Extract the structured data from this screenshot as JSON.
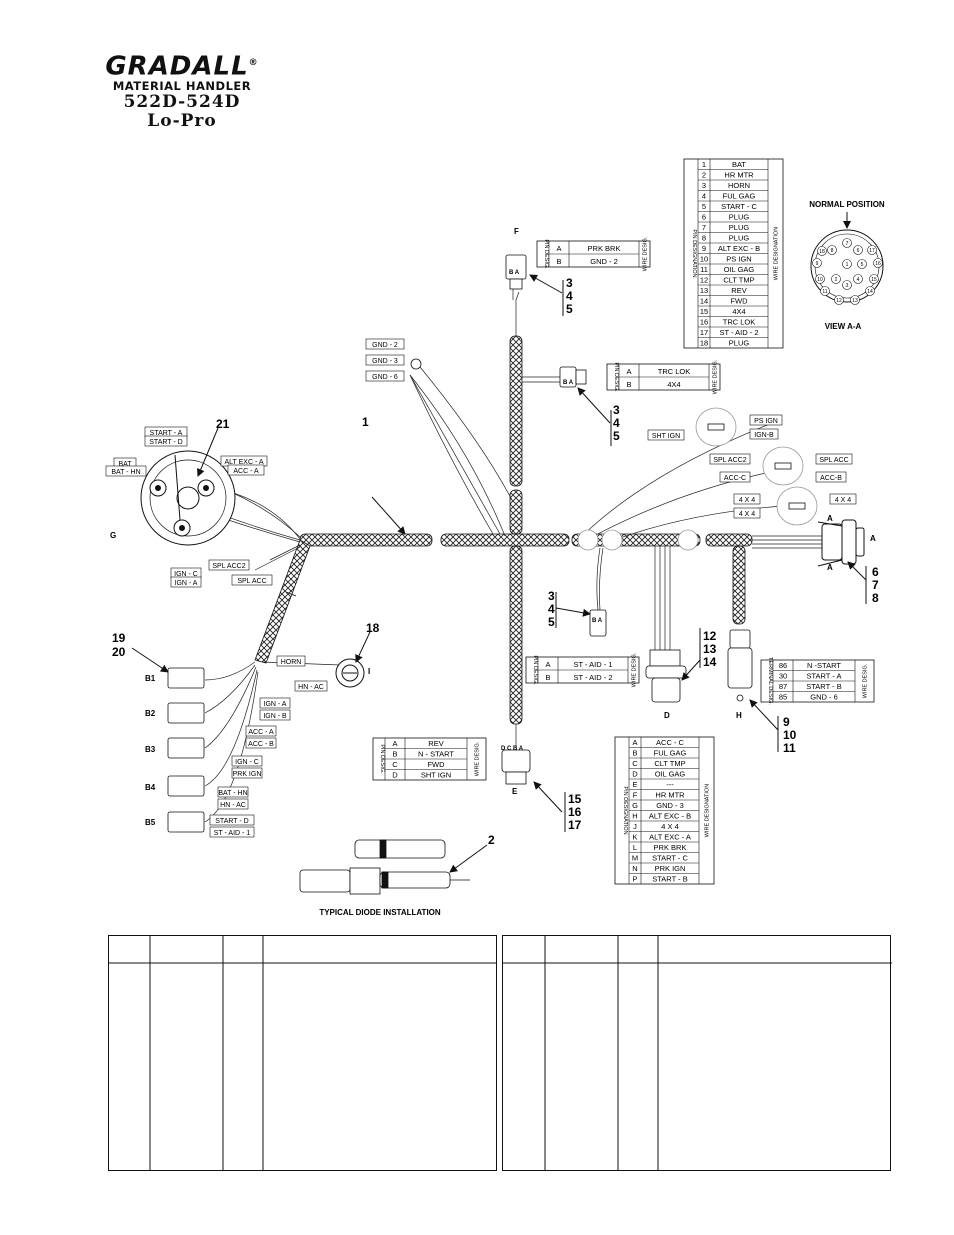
{
  "brand": {
    "logo": "GRADALL",
    "reg": "®",
    "subtitle": "MATERIAL HANDLER",
    "model": "522D-524D",
    "variant": "Lo-Pro"
  },
  "tables": {
    "pin18": {
      "left_header": "PIN DESIGNATION",
      "right_header": "WIRE DESIGNATION",
      "rows": [
        [
          "1",
          "BAT"
        ],
        [
          "2",
          "HR MTR"
        ],
        [
          "3",
          "HORN"
        ],
        [
          "4",
          "FUL GAG"
        ],
        [
          "5",
          "START - C"
        ],
        [
          "6",
          "PLUG"
        ],
        [
          "7",
          "PLUG"
        ],
        [
          "8",
          "PLUG"
        ],
        [
          "9",
          "ALT EXC - B"
        ],
        [
          "10",
          "PS IGN"
        ],
        [
          "11",
          "OIL GAG"
        ],
        [
          "12",
          "CLT TMP"
        ],
        [
          "13",
          "REV"
        ],
        [
          "14",
          "FWD"
        ],
        [
          "15",
          "4X4"
        ],
        [
          "16",
          "TRC LOK"
        ],
        [
          "17",
          "ST - AID - 2"
        ],
        [
          "18",
          "PLUG"
        ]
      ]
    },
    "prkbrk": {
      "left_header": "PIN DESIG.",
      "right_header": "WIRE DESIG.",
      "rows": [
        [
          "A",
          "PRK BRK"
        ],
        [
          "B",
          "GND - 2"
        ]
      ]
    },
    "trclok": {
      "left_header": "PIN DESIG.",
      "right_header": "WIRE DESIG.",
      "rows": [
        [
          "A",
          "TRC LOK"
        ],
        [
          "B",
          "4X4"
        ]
      ]
    },
    "staid": {
      "left_header": "PIN DESIG.",
      "right_header": "WIRE DESIG.",
      "rows": [
        [
          "A",
          "ST - AID - 1"
        ],
        [
          "B",
          "ST - AID - 2"
        ]
      ]
    },
    "rev": {
      "left_header": "PIN DESIG.",
      "right_header": "WIRE DESIG.",
      "rows": [
        [
          "A",
          "REV"
        ],
        [
          "B",
          "N - START"
        ],
        [
          "C",
          "FWD"
        ],
        [
          "D",
          "SHT IGN"
        ]
      ]
    },
    "term": {
      "left_header": "TERMINAL DESIG.",
      "right_header": "WIRE DESIG.",
      "rows": [
        [
          "86",
          "N -START"
        ],
        [
          "30",
          "START - A"
        ],
        [
          "87",
          "START - B"
        ],
        [
          "85",
          "GND - 6"
        ]
      ]
    },
    "conn_d": {
      "left_header": "PIN DESIGNATION",
      "right_header": "WIRE DESIGNATION",
      "rows": [
        [
          "A",
          "ACC - C"
        ],
        [
          "B",
          "FUL GAG"
        ],
        [
          "C",
          "CLT TMP"
        ],
        [
          "D",
          "OIL GAG"
        ],
        [
          "E",
          "---"
        ],
        [
          "F",
          "HR MTR"
        ],
        [
          "G",
          "GND - 3"
        ],
        [
          "H",
          "ALT EXC - B"
        ],
        [
          "J",
          "4 X 4"
        ],
        [
          "K",
          "ALT EXC - A"
        ],
        [
          "L",
          "PRK BRK"
        ],
        [
          "M",
          "START - C"
        ],
        [
          "N",
          "PRK IGN"
        ],
        [
          "P",
          "START - B"
        ]
      ]
    }
  },
  "labels": {
    "normal_position": "NORMAL POSITION",
    "view_aa": "VIEW A-A",
    "diode_caption": "TYPICAL DIODE INSTALLATION",
    "gnd": [
      "GND - 2",
      "GND - 3",
      "GND - 6"
    ],
    "start": [
      "START - A",
      "START - D"
    ],
    "bat": [
      "BAT",
      "BAT - HN"
    ],
    "alt": [
      "ALT EXC - A",
      "ACC - A"
    ],
    "ign": [
      "IGN - C",
      "IGN - A"
    ],
    "splacc2": "SPL ACC2",
    "splacc": "SPL ACC",
    "ps_ign": "PS IGN",
    "ign_b": "IGN-B",
    "sht_ign": "SHT IGN",
    "spl_acc2_r": "SPL ACC2",
    "spl_acc_r": "SPL ACC",
    "acc_c": "ACC-C",
    "acc_b": "ACC-B",
    "fx4": "4 X 4",
    "horn": "HORN",
    "hn_ac": "HN - AC",
    "b_labels": [
      "IGN - A",
      "IGN - B",
      "ACC - A",
      "ACC - B",
      "IGN - C",
      "PRK IGN",
      "BAT - HN",
      "HN - AC",
      "START - D",
      "ST - AID - 1"
    ]
  },
  "callouts": {
    "c1": "1",
    "c2": "2",
    "c18": "18",
    "c19": "19",
    "c20": "20",
    "c21": "21",
    "c345a": [
      "3",
      "4",
      "5"
    ],
    "c345b": [
      "3",
      "4",
      "5"
    ],
    "c345c": [
      "3",
      "4",
      "5"
    ],
    "c678": [
      "6",
      "7",
      "8"
    ],
    "c91011": [
      "9",
      "10",
      "11"
    ],
    "c121314": [
      "12",
      "13",
      "14"
    ],
    "c151617": [
      "15",
      "16",
      "17"
    ]
  },
  "connectors": {
    "F": "F",
    "G": "G",
    "A": "A",
    "A1": "A",
    "A2": "A",
    "D": "D",
    "E": "E",
    "H": "H",
    "I": "I",
    "B1": "B1",
    "B2": "B2",
    "B3": "B3",
    "B4": "B4",
    "B5": "B5",
    "pins_ba": "B A",
    "pins_dcba": "D C B A"
  },
  "view_pins": [
    "1",
    "2",
    "3",
    "4",
    "5",
    "6",
    "7",
    "8",
    "9",
    "10",
    "11",
    "12",
    "13",
    "14",
    "15",
    "16",
    "17",
    "18"
  ]
}
